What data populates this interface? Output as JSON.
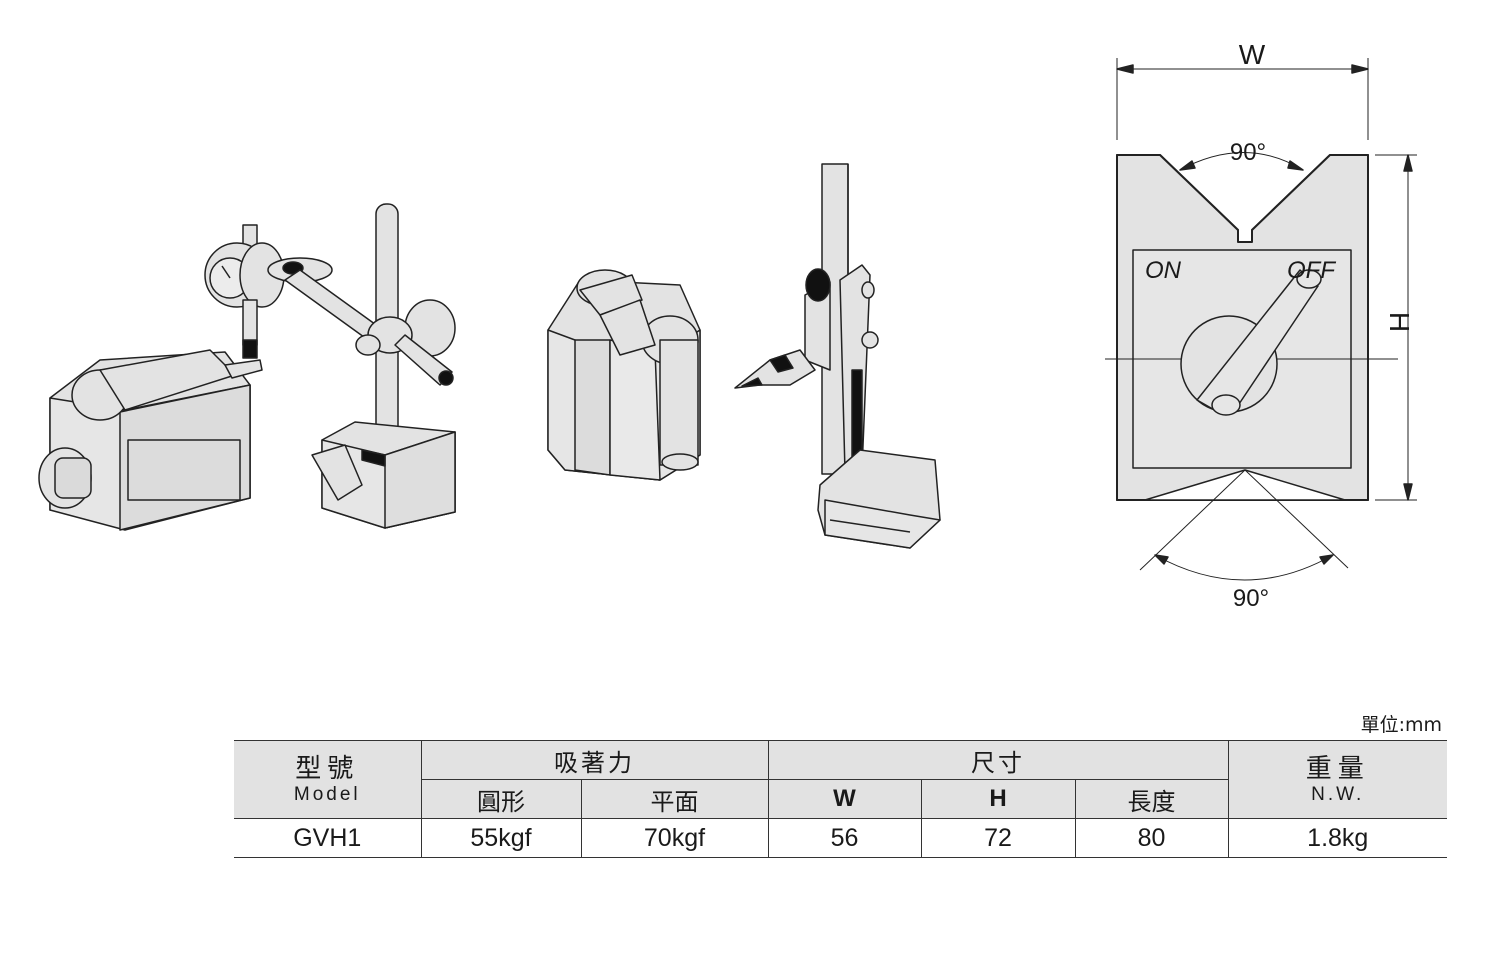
{
  "diagram": {
    "width_label": "W",
    "height_label": "H",
    "angle_top": "90°",
    "angle_bottom": "90°",
    "on_label": "ON",
    "off_label": "OFF"
  },
  "unit_note": "單位:mm",
  "table": {
    "model_cn": "型號",
    "model_en": "Model",
    "force": "吸著力",
    "force_round": "圓形",
    "force_flat": "平面",
    "size": "尺寸",
    "size_w": "W",
    "size_h": "H",
    "size_len": "長度",
    "weight_cn": "重量",
    "weight_en": "N.W.",
    "rows": [
      {
        "model": "GVH1",
        "round": "55kgf",
        "flat": "70kgf",
        "w": "56",
        "h": "72",
        "len": "80",
        "nw": "1.8kg"
      }
    ]
  }
}
